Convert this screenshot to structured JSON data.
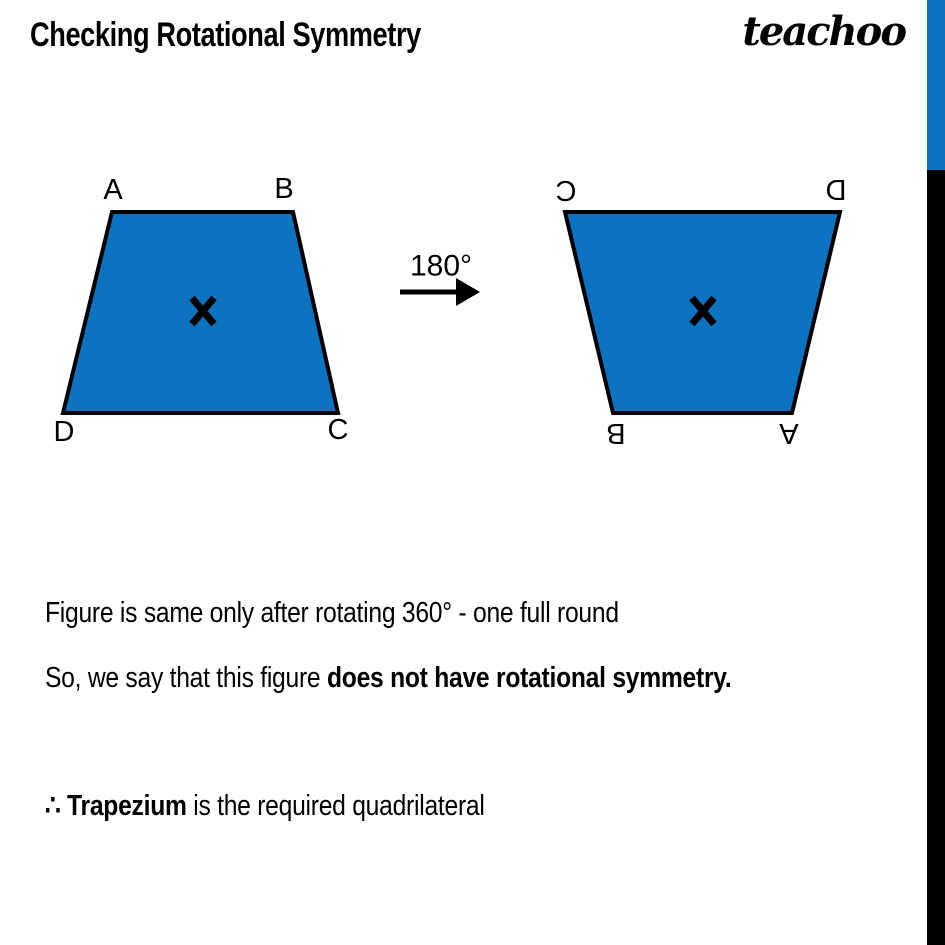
{
  "header": {
    "title": "Checking Rotational Symmetry",
    "logo": "teachoo"
  },
  "colors": {
    "shape_fill": "#0b73c0",
    "shape_stroke": "#000000",
    "edge_bar_blue": "#0b73c0",
    "edge_bar_black": "#000000"
  },
  "figure": {
    "rotation_label": "180°",
    "left_trapezium": {
      "top_left": "A",
      "top_right": "B",
      "bottom_left": "D",
      "bottom_right": "C"
    },
    "right_trapezium": {
      "top_left": "C",
      "top_right": "D",
      "bottom_left": "B",
      "bottom_right": "A"
    }
  },
  "notes": {
    "line1": "Figure is same only after rotating 360° - one full round",
    "line2_regular": "So, we say that this figure ",
    "line2_bold": "does not have rotational symmetry.",
    "line3_symbol": "∴ ",
    "line3_bold": "Trapezium",
    "line3_rest": " is the required quadrilateral"
  }
}
